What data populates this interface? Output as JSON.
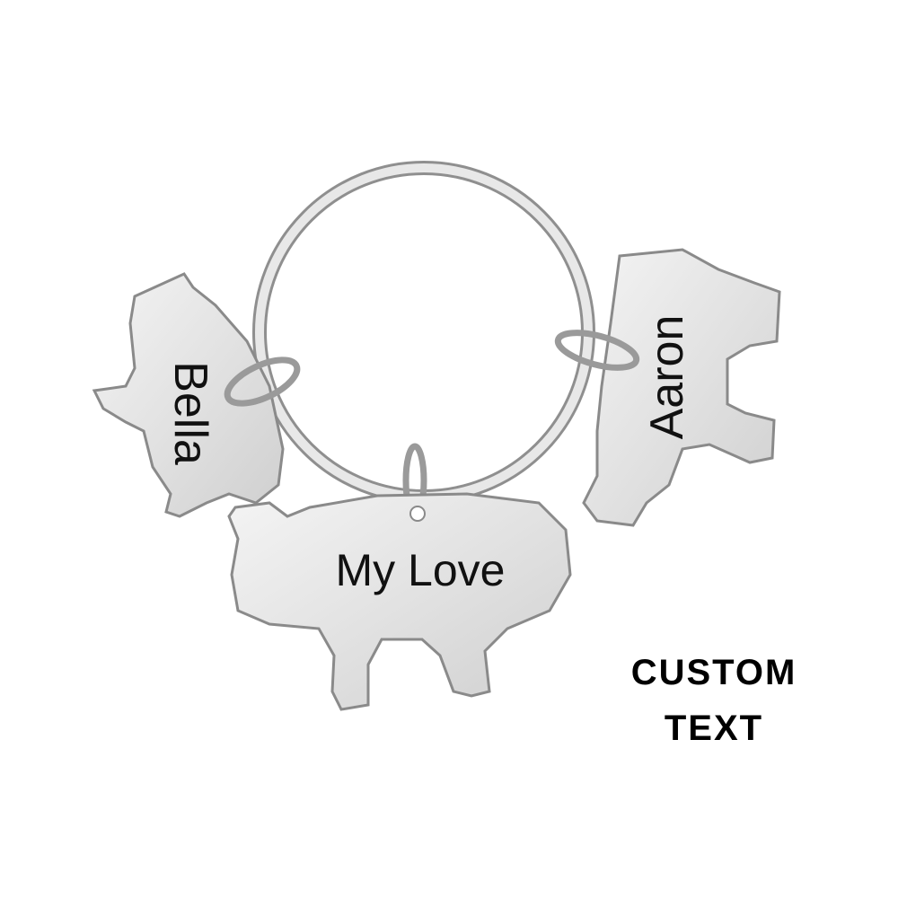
{
  "product": {
    "engravings": {
      "main_tag": "My Love",
      "left_tag": "Bella",
      "right_tag": "Aaron"
    },
    "caption": {
      "line1": "CUSTOM",
      "line2": "TEXT"
    },
    "colors": {
      "metal": "#d9d9d9",
      "metal_shadow": "#9a9a9a",
      "background": "#ffffff",
      "text": "#000000"
    }
  }
}
